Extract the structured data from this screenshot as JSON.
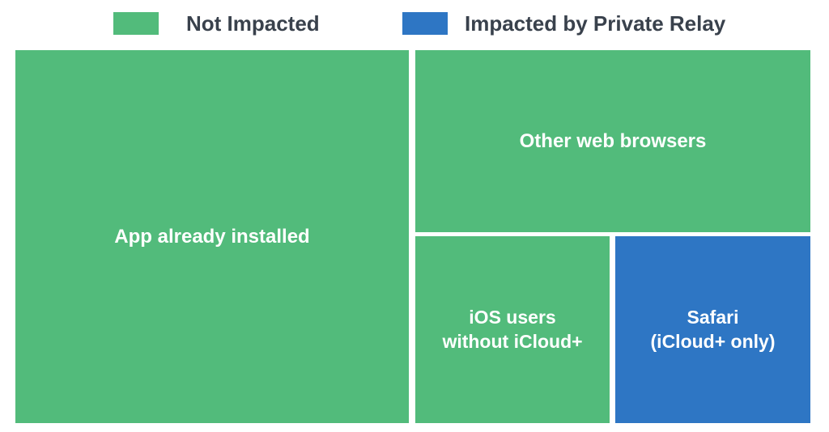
{
  "colors": {
    "green": "#52BB7B",
    "blue": "#2E76C4",
    "legend_text": "#39414C",
    "tile_label_text": "#FFFFFF",
    "background": "#FFFFFF"
  },
  "legend": {
    "items": [
      {
        "label": "Not Impacted",
        "color": "#52BB7B"
      },
      {
        "label": "Impacted by Private Relay",
        "color": "#2E76C4"
      }
    ]
  },
  "tiles": {
    "app": {
      "label": "App already installed",
      "group": "Not Impacted"
    },
    "other": {
      "label": "Other web browsers",
      "group": "Not Impacted"
    },
    "ios": {
      "line1": "iOS users",
      "line2": "without iCloud+",
      "group": "Not Impacted"
    },
    "safari": {
      "line1": "Safari",
      "line2": "(iCloud+ only)",
      "group": "Impacted by Private Relay"
    }
  },
  "chart_data": {
    "type": "treemap",
    "title": "",
    "legend": [
      "Not Impacted",
      "Impacted by Private Relay"
    ],
    "legend_position": "top",
    "series": [
      {
        "name": "App already installed",
        "group": "Not Impacted",
        "color": "#52BB7B",
        "area_share_estimate": 0.5
      },
      {
        "name": "Other web browsers",
        "group": "Not Impacted",
        "color": "#52BB7B",
        "area_share_estimate": 0.24
      },
      {
        "name": "iOS users without iCloud+",
        "group": "Not Impacted",
        "color": "#52BB7B",
        "area_share_estimate": 0.13
      },
      {
        "name": "Safari (iCloud+ only)",
        "group": "Impacted by Private Relay",
        "color": "#2E76C4",
        "area_share_estimate": 0.13
      }
    ]
  }
}
